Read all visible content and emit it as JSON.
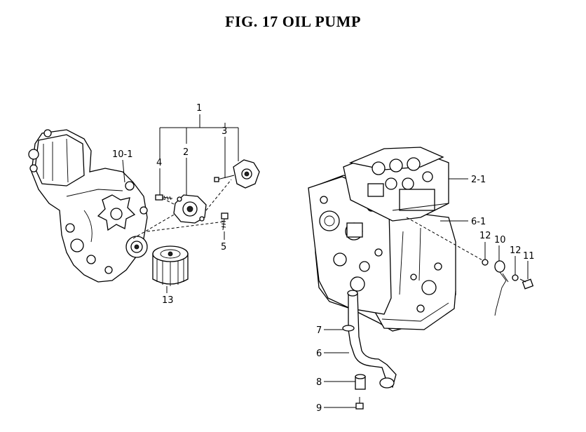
{
  "title": "FIG. 17  OIL PUMP",
  "callouts": {
    "c1": "1",
    "c2": "2",
    "c3": "3",
    "c4": "4",
    "c5": "5",
    "c6": "6",
    "c7": "7",
    "c8": "8",
    "c9": "9",
    "c10": "10",
    "c10_1": "10-1",
    "c11": "11",
    "c12a": "12",
    "c12b": "12",
    "c13": "13",
    "c2_1": "2-1",
    "c6_1": "6-1"
  }
}
